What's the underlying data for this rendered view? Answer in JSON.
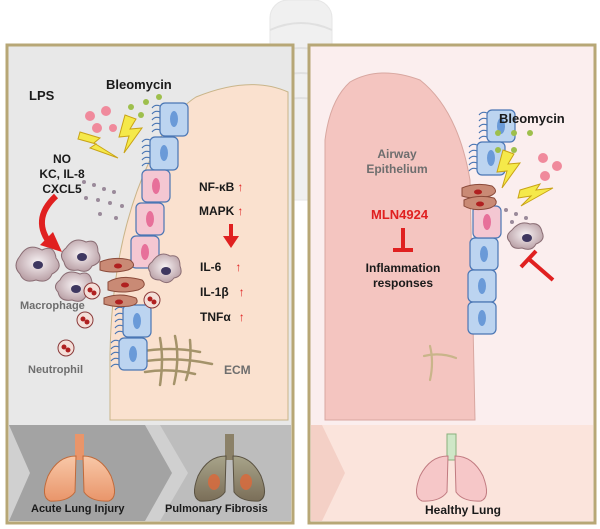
{
  "left_panel": {
    "lps": "LPS",
    "bleomycin": "Bleomycin",
    "mediators": [
      "NO",
      "KC, IL-8",
      "CXCL5"
    ],
    "macrophage": "Macrophage",
    "neutrophil": "Neutrophil",
    "ecm": "ECM",
    "signaling": [
      {
        "name": "NF-κB",
        "arrow": "↑"
      },
      {
        "name": "MAPK",
        "arrow": "↑"
      }
    ],
    "cytokines": [
      {
        "name": "IL-6",
        "arrow": "↑"
      },
      {
        "name": "IL-1β",
        "arrow": "↑"
      },
      {
        "name": "TNFα",
        "arrow": "↑"
      }
    ],
    "stages": [
      "Acute Lung Injury",
      "Pulmonary Fibrosis"
    ]
  },
  "right_panel": {
    "bleomycin": "Bleomycin",
    "airway": [
      "Airway",
      "Epithelium"
    ],
    "drug": "MLN4924",
    "inhibits": [
      "Inflammation",
      "responses"
    ],
    "stage": "Healthy Lung"
  },
  "colors": {
    "left_bg": "#e8e8e8",
    "right_bg": "#fbeeee",
    "lung_left": "#fae1cf",
    "lung_right": "#f4c5c0",
    "cell_blue": "#bcd4f0",
    "cell_pink": "#f4b8c8",
    "accent_red": "#e02020",
    "yellow": "#f5e94a",
    "green_dot": "#9ebf4c",
    "pink_dot": "#f08a9c"
  }
}
